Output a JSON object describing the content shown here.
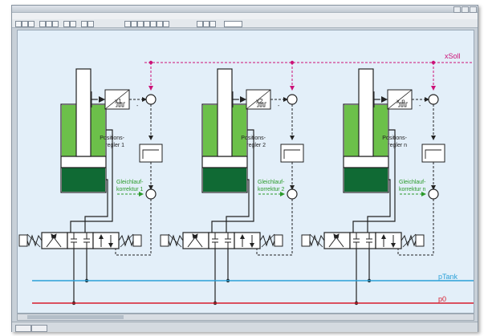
{
  "colors": {
    "signal": "#cc1177",
    "tank_line": "#2aa0d8",
    "p0_line": "#d81c2c",
    "green_dark": "#106a34",
    "green_light": "#6cc04a",
    "correction_text": "#2a9a2a",
    "canvas": "#e3eff9"
  },
  "diagram": {
    "xsoll": "xSoll",
    "ptank": "pTank",
    "p0": "p0",
    "units": [
      {
        "sensor": "x1",
        "controller": [
          "Positions-",
          "regler 1"
        ],
        "correction": [
          "Gleichlauf-",
          "korrektur 1"
        ]
      },
      {
        "sensor": "x2",
        "controller": [
          "Positions-",
          "regler 2"
        ],
        "correction": [
          "Gleichlauf-",
          "korrektur 2"
        ]
      },
      {
        "sensor": "x n",
        "controller": [
          "Positions-",
          "regler n"
        ],
        "correction": [
          "Gleichlauf-",
          "korrektur n"
        ]
      }
    ]
  }
}
